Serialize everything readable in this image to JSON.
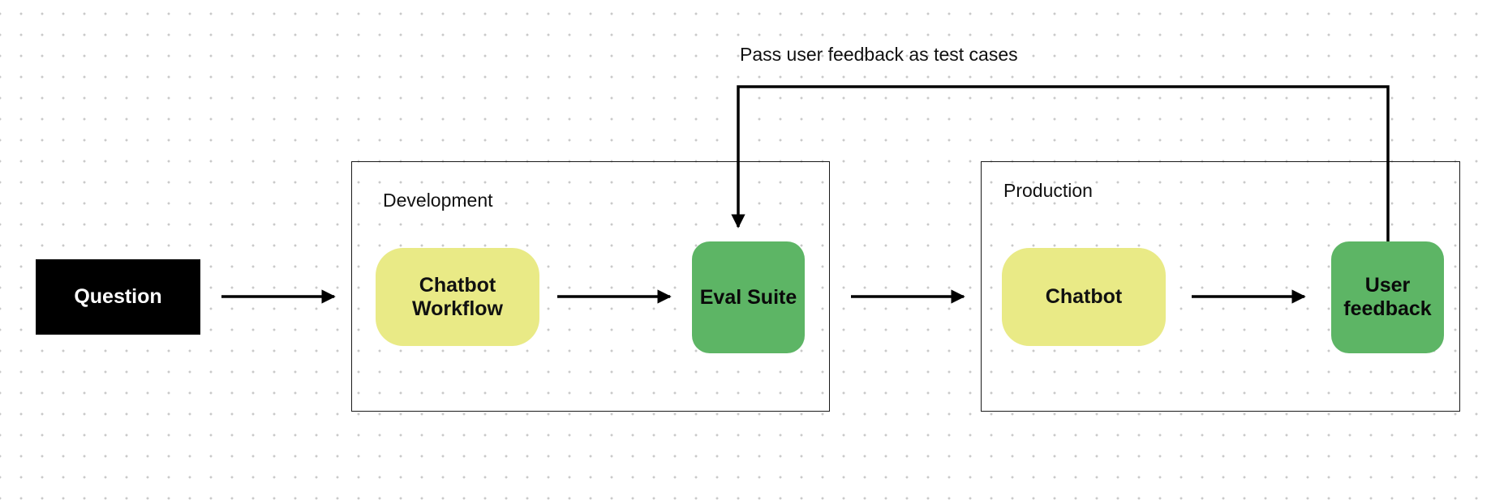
{
  "diagram": {
    "colors": {
      "start_fill": "#000000",
      "process_fill": "#e9ea86",
      "eval_fill": "#5db565",
      "line": "#000000"
    },
    "frames": {
      "development": {
        "label": "Development"
      },
      "production": {
        "label": "Production"
      }
    },
    "nodes": {
      "question": {
        "label": "Question"
      },
      "chatbot_workflow": {
        "label": "Chatbot\nWorkflow"
      },
      "eval_suite": {
        "label": "Eval Suite"
      },
      "chatbot": {
        "label": "Chatbot"
      },
      "user_feedback": {
        "label": "User\nfeedback"
      }
    },
    "edges": [
      {
        "from": "question",
        "to": "chatbot_workflow"
      },
      {
        "from": "chatbot_workflow",
        "to": "eval_suite"
      },
      {
        "from": "eval_suite",
        "to": "chatbot"
      },
      {
        "from": "chatbot",
        "to": "user_feedback"
      },
      {
        "from": "user_feedback",
        "to": "eval_suite",
        "label": "Pass user feedback as test cases"
      }
    ],
    "feedback_label": "Pass user feedback as test cases"
  }
}
